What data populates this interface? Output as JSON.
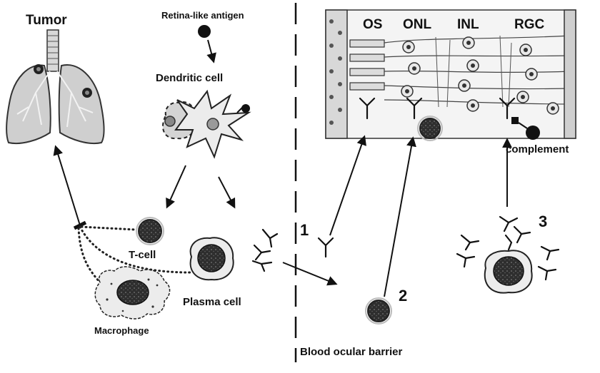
{
  "labels": {
    "tumor": "Tumor",
    "antigen": "Retina-like antigen",
    "dendritic": "Dendritic cell",
    "tcell": "T-cell",
    "plasma": "Plasma cell",
    "macrophage": "Macrophage",
    "os": "OS",
    "onl": "ONL",
    "inl": "INL",
    "rgc": "RGC",
    "complement": "complement",
    "barrier": "Blood ocular barrier",
    "n1": "1",
    "n2": "2",
    "n3": "3"
  },
  "colors": {
    "ink": "#111111",
    "lung": "#cfcfcf",
    "cytoplasm": "#ececec",
    "nucleus": "#2e2e2e"
  }
}
